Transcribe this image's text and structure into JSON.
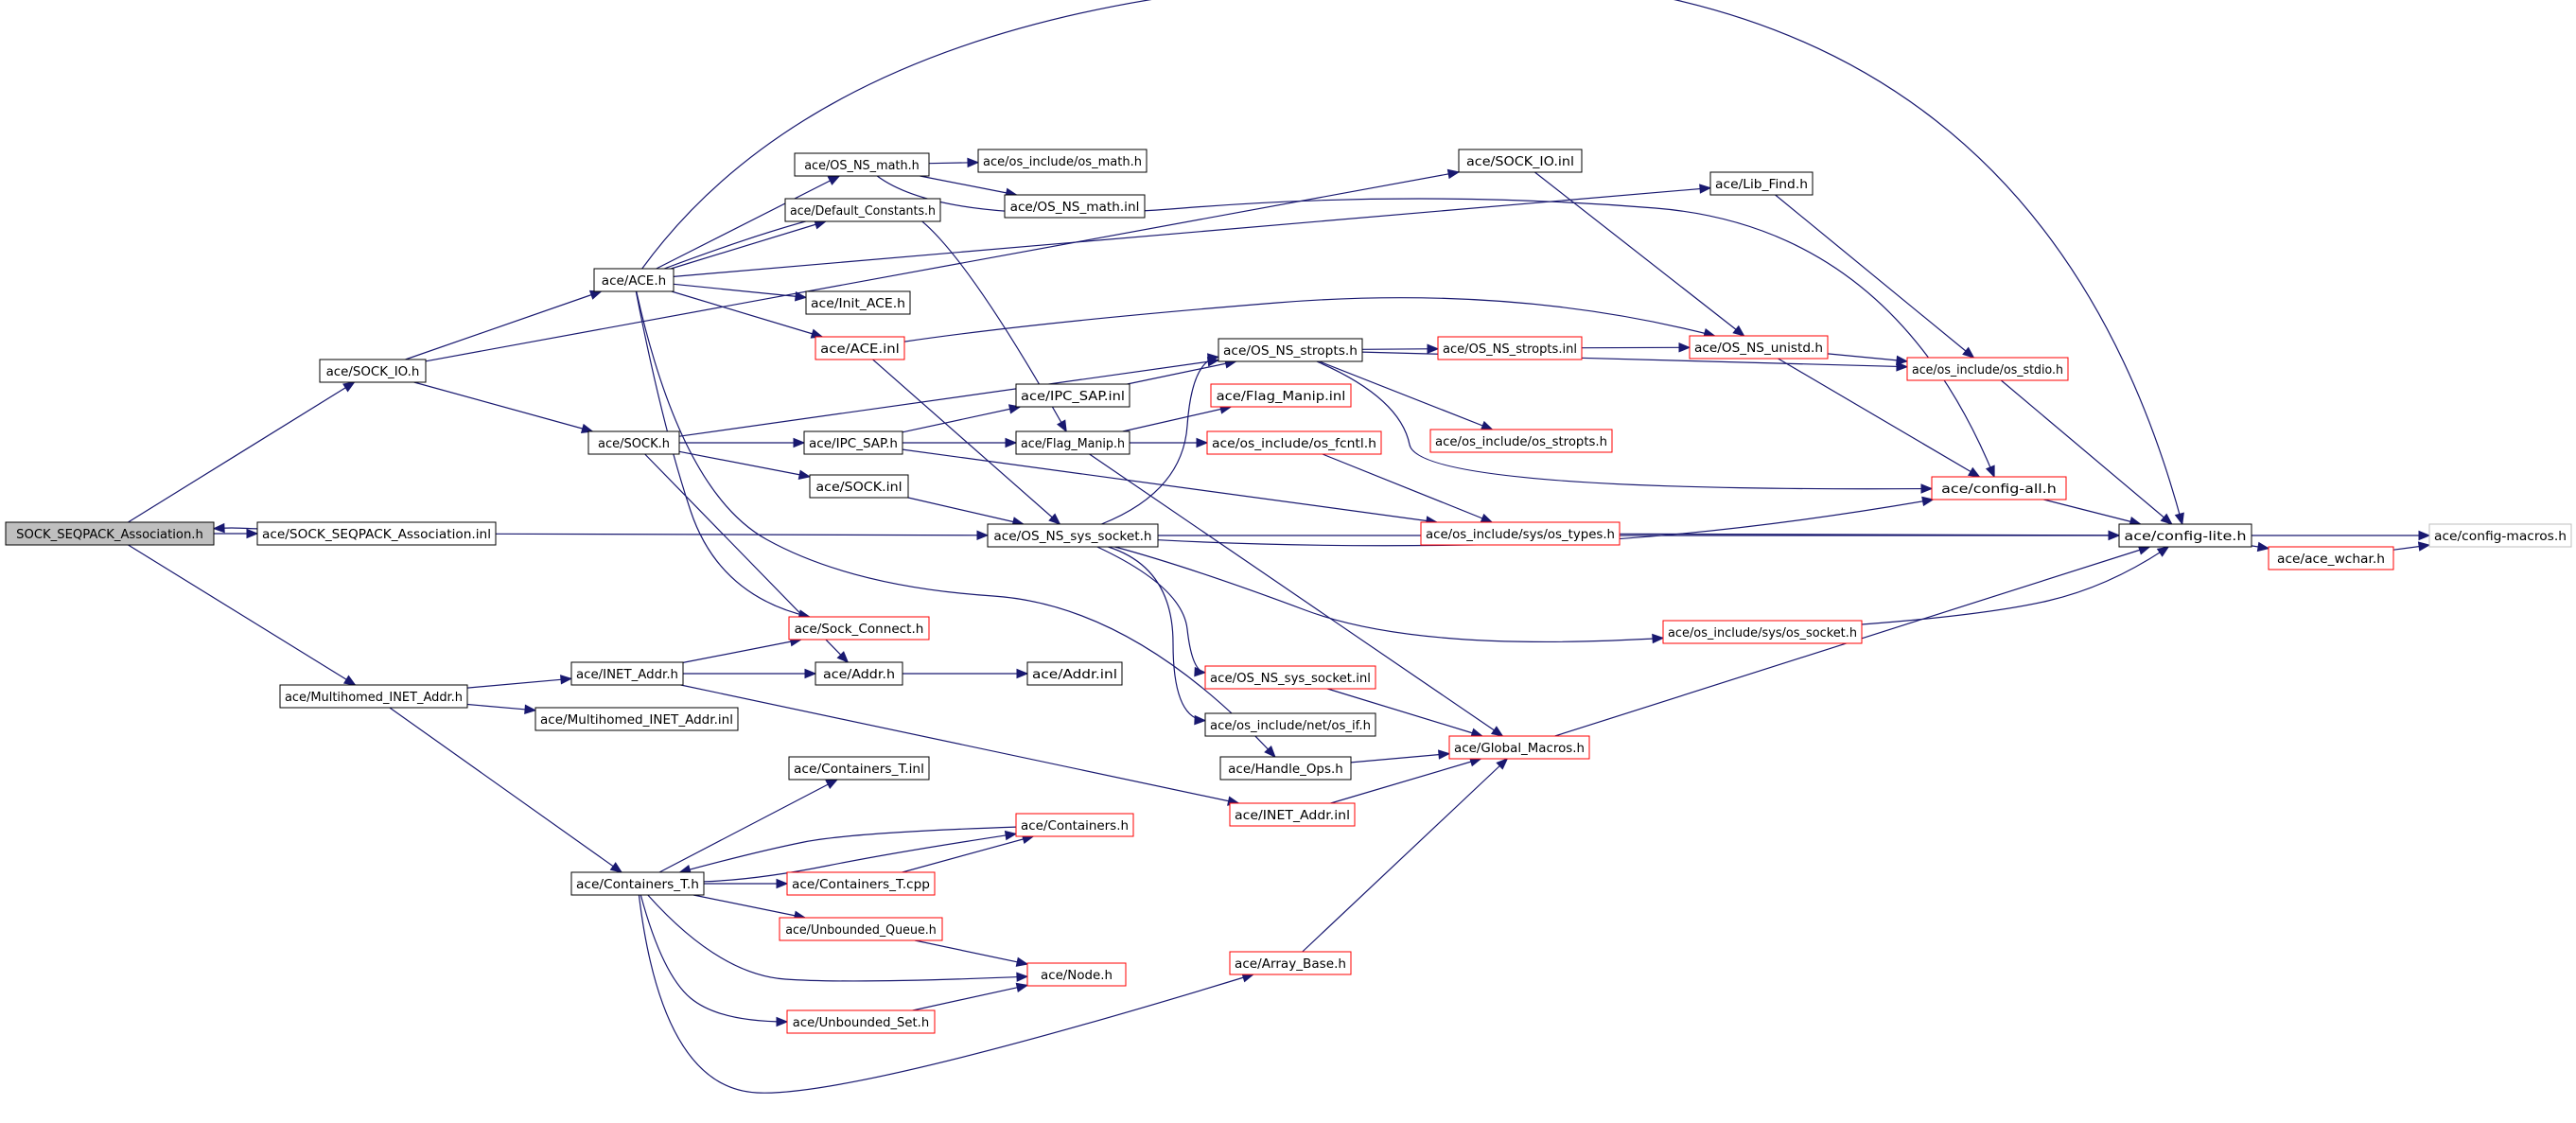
{
  "graph": {
    "colors": {
      "edge": "#191970",
      "border_default": "#000000",
      "border_truncated": "#ff0000",
      "border_leaf": "#bfbfbf",
      "root_fill": "#bfbfbf",
      "node_fill": "#ffffff"
    },
    "nodes": [
      {
        "id": "root",
        "label": "SOCK_SEQPACK_Association.h",
        "kind": "root"
      },
      {
        "id": "seqpack_inl",
        "label": "ace/SOCK_SEQPACK_Association.inl",
        "kind": "normal"
      },
      {
        "id": "sock_io_h",
        "label": "ace/SOCK_IO.h",
        "kind": "normal"
      },
      {
        "id": "multihomed_h",
        "label": "ace/Multihomed_INET_Addr.h",
        "kind": "normal"
      },
      {
        "id": "ace_h",
        "label": "ace/ACE.h",
        "kind": "normal"
      },
      {
        "id": "sock_h",
        "label": "ace/SOCK.h",
        "kind": "normal"
      },
      {
        "id": "os_ns_math_h",
        "label": "ace/OS_NS_math.h",
        "kind": "normal"
      },
      {
        "id": "default_const",
        "label": "ace/Default_Constants.h",
        "kind": "normal"
      },
      {
        "id": "init_ace",
        "label": "ace/Init_ACE.h",
        "kind": "normal"
      },
      {
        "id": "ace_inl",
        "label": "ace/ACE.inl",
        "kind": "truncated"
      },
      {
        "id": "os_math",
        "label": "ace/os_include/os_math.h",
        "kind": "normal"
      },
      {
        "id": "os_ns_math_inl",
        "label": "ace/OS_NS_math.inl",
        "kind": "normal"
      },
      {
        "id": "sock_io_inl",
        "label": "ace/SOCK_IO.inl",
        "kind": "normal"
      },
      {
        "id": "lib_find",
        "label": "ace/Lib_Find.h",
        "kind": "normal"
      },
      {
        "id": "os_ns_stropts_h",
        "label": "ace/OS_NS_stropts.h",
        "kind": "normal"
      },
      {
        "id": "os_ns_stropts_inl",
        "label": "ace/OS_NS_stropts.inl",
        "kind": "truncated"
      },
      {
        "id": "os_ns_unistd",
        "label": "ace/OS_NS_unistd.h",
        "kind": "truncated"
      },
      {
        "id": "os_stdio",
        "label": "ace/os_include/os_stdio.h",
        "kind": "truncated"
      },
      {
        "id": "ipc_sap_inl",
        "label": "ace/IPC_SAP.inl",
        "kind": "normal"
      },
      {
        "id": "flag_manip_inl",
        "label": "ace/Flag_Manip.inl",
        "kind": "truncated"
      },
      {
        "id": "os_stropts",
        "label": "ace/os_include/os_stropts.h",
        "kind": "truncated"
      },
      {
        "id": "ipc_sap_h",
        "label": "ace/IPC_SAP.h",
        "kind": "normal"
      },
      {
        "id": "flag_manip_h",
        "label": "ace/Flag_Manip.h",
        "kind": "normal"
      },
      {
        "id": "os_fcntl",
        "label": "ace/os_include/os_fcntl.h",
        "kind": "truncated"
      },
      {
        "id": "config_all",
        "label": "ace/config-all.h",
        "kind": "truncated"
      },
      {
        "id": "sock_inl",
        "label": "ace/SOCK.inl",
        "kind": "normal"
      },
      {
        "id": "os_ns_sys_socket_h",
        "label": "ace/OS_NS_sys_socket.h",
        "kind": "normal"
      },
      {
        "id": "os_types",
        "label": "ace/os_include/sys/os_types.h",
        "kind": "truncated"
      },
      {
        "id": "config_lite",
        "label": "ace/config-lite.h",
        "kind": "normal"
      },
      {
        "id": "config_macros",
        "label": "ace/config-macros.h",
        "kind": "leaf"
      },
      {
        "id": "ace_wchar",
        "label": "ace/ace_wchar.h",
        "kind": "truncated"
      },
      {
        "id": "sock_connect",
        "label": "ace/Sock_Connect.h",
        "kind": "truncated"
      },
      {
        "id": "os_socket",
        "label": "ace/os_include/sys/os_socket.h",
        "kind": "truncated"
      },
      {
        "id": "inet_addr_h",
        "label": "ace/INET_Addr.h",
        "kind": "normal"
      },
      {
        "id": "addr_h",
        "label": "ace/Addr.h",
        "kind": "normal"
      },
      {
        "id": "addr_inl",
        "label": "ace/Addr.inl",
        "kind": "normal"
      },
      {
        "id": "multihomed_inl",
        "label": "ace/Multihomed_INET_Addr.inl",
        "kind": "normal"
      },
      {
        "id": "os_ns_sys_socket_inl",
        "label": "ace/OS_NS_sys_socket.inl",
        "kind": "truncated"
      },
      {
        "id": "os_if",
        "label": "ace/os_include/net/os_if.h",
        "kind": "normal"
      },
      {
        "id": "global_macros",
        "label": "ace/Global_Macros.h",
        "kind": "truncated"
      },
      {
        "id": "handle_ops",
        "label": "ace/Handle_Ops.h",
        "kind": "normal"
      },
      {
        "id": "containers_t_inl",
        "label": "ace/Containers_T.inl",
        "kind": "normal"
      },
      {
        "id": "inet_addr_inl",
        "label": "ace/INET_Addr.inl",
        "kind": "truncated"
      },
      {
        "id": "containers_h",
        "label": "ace/Containers.h",
        "kind": "truncated"
      },
      {
        "id": "containers_t_h",
        "label": "ace/Containers_T.h",
        "kind": "normal"
      },
      {
        "id": "containers_t_cpp",
        "label": "ace/Containers_T.cpp",
        "kind": "truncated"
      },
      {
        "id": "unbounded_queue",
        "label": "ace/Unbounded_Queue.h",
        "kind": "truncated"
      },
      {
        "id": "node_h",
        "label": "ace/Node.h",
        "kind": "truncated"
      },
      {
        "id": "unbounded_set",
        "label": "ace/Unbounded_Set.h",
        "kind": "truncated"
      },
      {
        "id": "array_base",
        "label": "ace/Array_Base.h",
        "kind": "truncated"
      }
    ],
    "edges": [
      [
        "root",
        "seqpack_inl"
      ],
      [
        "seqpack_inl",
        "root"
      ],
      [
        "root",
        "sock_io_h"
      ],
      [
        "root",
        "multihomed_h"
      ],
      [
        "seqpack_inl",
        "os_ns_sys_socket_h"
      ],
      [
        "sock_io_h",
        "ace_h"
      ],
      [
        "sock_io_h",
        "sock_h"
      ],
      [
        "sock_io_h",
        "sock_io_inl"
      ],
      [
        "ace_h",
        "os_ns_math_h"
      ],
      [
        "ace_h",
        "default_const"
      ],
      [
        "ace_h",
        "init_ace"
      ],
      [
        "ace_h",
        "ace_inl"
      ],
      [
        "ace_h",
        "flag_manip_h"
      ],
      [
        "ace_h",
        "lib_find"
      ],
      [
        "ace_h",
        "config_lite"
      ],
      [
        "ace_h",
        "sock_connect"
      ],
      [
        "ace_h",
        "handle_ops"
      ],
      [
        "os_ns_math_h",
        "os_math"
      ],
      [
        "os_ns_math_h",
        "os_ns_math_inl"
      ],
      [
        "os_ns_math_h",
        "config_all"
      ],
      [
        "ace_inl",
        "os_ns_unistd"
      ],
      [
        "ace_inl",
        "os_ns_sys_socket_h"
      ],
      [
        "sock_io_inl",
        "os_ns_unistd"
      ],
      [
        "lib_find",
        "os_stdio"
      ],
      [
        "sock_h",
        "os_ns_stropts_h"
      ],
      [
        "sock_h",
        "ipc_sap_h"
      ],
      [
        "sock_h",
        "sock_inl"
      ],
      [
        "sock_h",
        "addr_h"
      ],
      [
        "os_ns_stropts_h",
        "os_ns_stropts_inl"
      ],
      [
        "os_ns_stropts_h",
        "os_stdio"
      ],
      [
        "os_ns_stropts_h",
        "os_stropts"
      ],
      [
        "os_ns_stropts_h",
        "config_all"
      ],
      [
        "os_ns_stropts_inl",
        "os_ns_unistd"
      ],
      [
        "os_ns_unistd",
        "os_stdio"
      ],
      [
        "os_ns_unistd",
        "config_all"
      ],
      [
        "os_stdio",
        "config_lite"
      ],
      [
        "ipc_sap_h",
        "ipc_sap_inl"
      ],
      [
        "ipc_sap_h",
        "flag_manip_h"
      ],
      [
        "ipc_sap_h",
        "os_types"
      ],
      [
        "ipc_sap_inl",
        "os_ns_stropts_h"
      ],
      [
        "flag_manip_h",
        "flag_manip_inl"
      ],
      [
        "flag_manip_h",
        "os_fcntl"
      ],
      [
        "flag_manip_h",
        "global_macros"
      ],
      [
        "os_fcntl",
        "os_types"
      ],
      [
        "os_types",
        "config_lite"
      ],
      [
        "config_all",
        "config_lite"
      ],
      [
        "config_lite",
        "config_macros"
      ],
      [
        "config_lite",
        "ace_wchar"
      ],
      [
        "ace_wchar",
        "config_macros"
      ],
      [
        "sock_inl",
        "os_ns_sys_socket_h"
      ],
      [
        "os_ns_sys_socket_h",
        "os_ns_stropts_h"
      ],
      [
        "os_ns_sys_socket_h",
        "config_lite"
      ],
      [
        "os_ns_sys_socket_h",
        "os_socket"
      ],
      [
        "os_ns_sys_socket_h",
        "os_ns_sys_socket_inl"
      ],
      [
        "os_ns_sys_socket_h",
        "os_if"
      ],
      [
        "os_ns_sys_socket_h",
        "config_all"
      ],
      [
        "os_socket",
        "config_lite"
      ],
      [
        "os_ns_sys_socket_inl",
        "global_macros"
      ],
      [
        "handle_ops",
        "global_macros"
      ],
      [
        "global_macros",
        "config_lite"
      ],
      [
        "multihomed_h",
        "inet_addr_h"
      ],
      [
        "multihomed_h",
        "multihomed_inl"
      ],
      [
        "multihomed_h",
        "containers_t_h"
      ],
      [
        "inet_addr_h",
        "sock_connect"
      ],
      [
        "inet_addr_h",
        "addr_h"
      ],
      [
        "inet_addr_h",
        "inet_addr_inl"
      ],
      [
        "addr_h",
        "addr_inl"
      ],
      [
        "inet_addr_inl",
        "global_macros"
      ],
      [
        "containers_t_h",
        "containers_t_inl"
      ],
      [
        "containers_t_h",
        "containers_h"
      ],
      [
        "containers_h",
        "containers_t_h"
      ],
      [
        "containers_t_h",
        "containers_t_cpp"
      ],
      [
        "containers_t_cpp",
        "containers_h"
      ],
      [
        "containers_t_h",
        "unbounded_queue"
      ],
      [
        "containers_t_h",
        "node_h"
      ],
      [
        "containers_t_h",
        "unbounded_set"
      ],
      [
        "containers_t_h",
        "array_base"
      ],
      [
        "unbounded_queue",
        "node_h"
      ],
      [
        "unbounded_set",
        "node_h"
      ],
      [
        "array_base",
        "global_macros"
      ]
    ]
  }
}
